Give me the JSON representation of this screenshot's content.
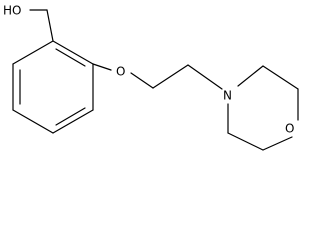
{
  "molecule": {
    "atoms": {
      "hydroxyl": "HO",
      "ether_oxygen": "O",
      "morpholine_nitrogen": "N",
      "morpholine_oxygen": "O"
    }
  }
}
